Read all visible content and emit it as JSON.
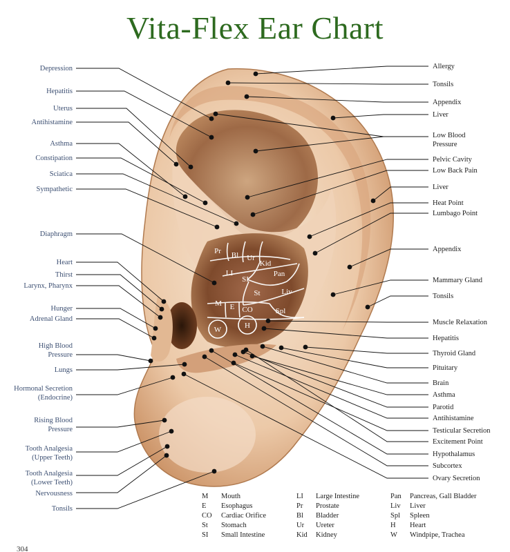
{
  "title": "Vita-Flex Ear Chart",
  "page_number": "304",
  "left_labels": [
    {
      "text": "Depression"
    },
    {
      "text": "Hepatitis"
    },
    {
      "text": "Uterus"
    },
    {
      "text": "Antihistamine"
    },
    {
      "text": "Asthma"
    },
    {
      "text": "Constipation"
    },
    {
      "text": "Sciatica"
    },
    {
      "text": "Sympathetic"
    },
    {
      "text": "Diaphragm"
    },
    {
      "text": "Heart"
    },
    {
      "text": "Thirst"
    },
    {
      "text": "Larynx, Pharynx"
    },
    {
      "text": "Hunger"
    },
    {
      "text": "Adrenal Gland"
    },
    {
      "text": "High Blood\nPressure"
    },
    {
      "text": "Lungs"
    },
    {
      "text": "Hormonal Secretion\n(Endocrine)"
    },
    {
      "text": "Rising Blood\nPressure"
    },
    {
      "text": "Tooth Analgesia\n(Upper Teeth)"
    },
    {
      "text": "Tooth Analgesia\n(Lower Teeth)"
    },
    {
      "text": "Nervousness"
    },
    {
      "text": "Tonsils"
    }
  ],
  "right_labels": [
    {
      "text": "Allergy"
    },
    {
      "text": "Tonsils"
    },
    {
      "text": "Appendix"
    },
    {
      "text": "Liver"
    },
    {
      "text": "Low Blood\nPressure"
    },
    {
      "text": "Pelvic Cavity"
    },
    {
      "text": "Low Back Pain"
    },
    {
      "text": "Liver"
    },
    {
      "text": "Heat Point"
    },
    {
      "text": "Lumbago Point"
    },
    {
      "text": "Appendix"
    },
    {
      "text": "Mammary Gland"
    },
    {
      "text": "Tonsils"
    },
    {
      "text": "Muscle Relaxation"
    },
    {
      "text": "Hepatitis"
    },
    {
      "text": "Thyroid Gland"
    },
    {
      "text": "Pituitary"
    },
    {
      "text": "Brain"
    },
    {
      "text": "Asthma"
    },
    {
      "text": "Parotid"
    },
    {
      "text": "Antihistamine"
    },
    {
      "text": "Testicular Secretion"
    },
    {
      "text": "Excitement Point"
    },
    {
      "text": "Hypothalamus"
    },
    {
      "text": "Subcortex"
    },
    {
      "text": "Ovary Secretion"
    }
  ],
  "zone_abbreviations": [
    "Pr",
    "Bl",
    "Ur",
    "Kid",
    "LI",
    "SI",
    "Pan",
    "St",
    "Liv",
    "M",
    "E",
    "CO",
    "Spl",
    "W",
    "H"
  ],
  "legend": [
    {
      "abbr": "M",
      "name": "Mouth"
    },
    {
      "abbr": "E",
      "name": "Esophagus"
    },
    {
      "abbr": "CO",
      "name": "Cardiac Orifice"
    },
    {
      "abbr": "St",
      "name": "Stomach"
    },
    {
      "abbr": "SI",
      "name": "Small Intestine"
    },
    {
      "abbr": "LI",
      "name": "Large Intestine"
    },
    {
      "abbr": "Pr",
      "name": "Prostate"
    },
    {
      "abbr": "Bl",
      "name": "Bladder"
    },
    {
      "abbr": "Ur",
      "name": "Ureter"
    },
    {
      "abbr": "Kid",
      "name": "Kidney"
    },
    {
      "abbr": "Pan",
      "name": "Pancreas, Gall Bladder"
    },
    {
      "abbr": "Liv",
      "name": "Liver"
    },
    {
      "abbr": "Spl",
      "name": "Spleen"
    },
    {
      "abbr": "H",
      "name": "Heart"
    },
    {
      "abbr": "W",
      "name": "Windpipe, Trachea"
    }
  ],
  "colors": {
    "title": "#2d6a1f",
    "left_label": "#3c4f72",
    "ear_skin": "#e9c9ab",
    "ear_shadow": "#8a5634"
  }
}
